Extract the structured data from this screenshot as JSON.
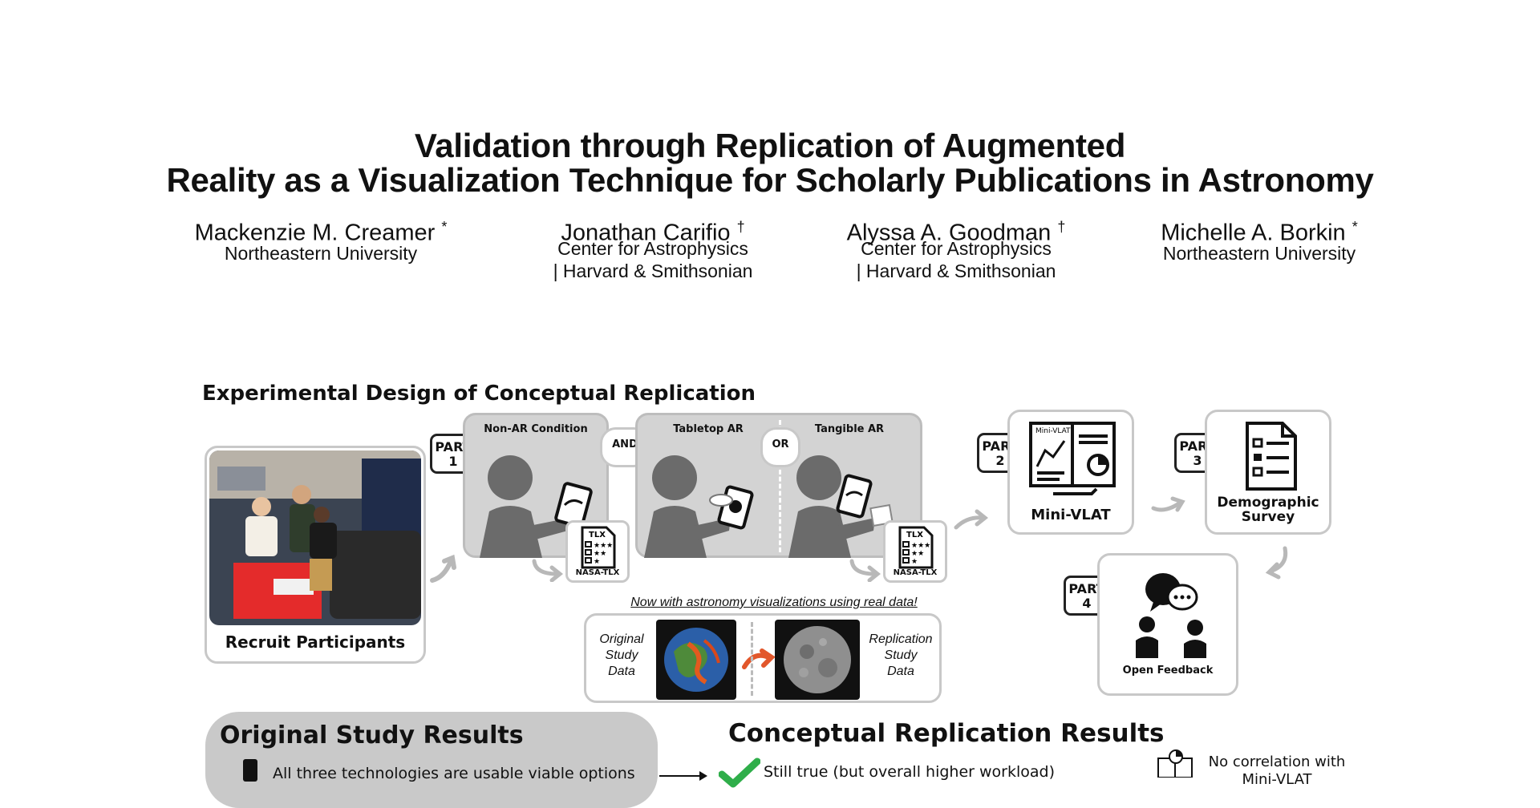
{
  "title": {
    "line1": "Validation through Replication of Augmented",
    "line2": "Reality as a Visualization Technique for Scholarly Publications in Astronomy"
  },
  "authors": [
    {
      "name": "Mackenzie M. Creamer",
      "mark": "*",
      "affil1": "Northeastern University",
      "affil2": ""
    },
    {
      "name": "Jonathan Carifio",
      "mark": "†",
      "affil1": "Center for Astrophysics",
      "affil2": "| Harvard & Smithsonian"
    },
    {
      "name": "Alyssa A. Goodman",
      "mark": "†",
      "affil1": "Center for Astrophysics",
      "affil2": "| Harvard & Smithsonian"
    },
    {
      "name": "Michelle A. Borkin",
      "mark": "*",
      "affil1": "Northeastern University",
      "affil2": ""
    }
  ],
  "design": {
    "heading": "Experimental Design of Conceptual Replication",
    "recruit_label": "Recruit Participants",
    "part_word": "PART",
    "part1": "1",
    "part2": "2",
    "part3": "3",
    "part4": "4",
    "non_ar": "Non-AR Condition",
    "and": "AND",
    "tabletop": "Tabletop AR",
    "or": "OR",
    "tangible": "Tangible AR",
    "tlx_label": "NASA-TLX",
    "tlx_icon_text": "TLX",
    "minivlat_label": "Mini-VLAT",
    "minivlat_icon_text": "Mini-VLAT",
    "demographic_line1": "Demographic",
    "demographic_line2": "Survey",
    "open_feedback": "Open Feedback",
    "astro_note": "Now with astronomy visualizations using real data!",
    "orig_data": [
      "Original",
      "Study",
      "Data"
    ],
    "repl_data": [
      "Replication",
      "Study",
      "Data"
    ]
  },
  "results": {
    "original_heading": "Original Study Results",
    "original_item1": "All three technologies are usable viable options",
    "replication_heading": "Conceptual Replication Results",
    "replication_item1": "Still true (but overall higher workload)",
    "side_note_line1": "No correlation with",
    "side_note_line2": "Mini-VLAT"
  },
  "colors": {
    "figure_gray": "#6b6b6b",
    "panel_gray": "#d3d3d3",
    "check_green": "#2fae4a",
    "arrow_orange": "#e2572b"
  }
}
